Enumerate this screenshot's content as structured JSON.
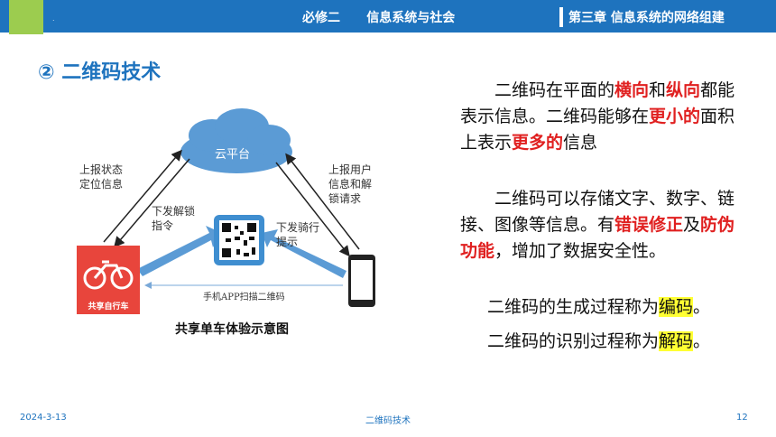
{
  "header": {
    "course": "必修二      信息系统与社会",
    "chapter": "第三章  信息系统的网络组建",
    "dot": "."
  },
  "title": "② 二维码技术",
  "diagram": {
    "cloud": "云平台",
    "left_label": "上报状态\n定位信息",
    "mid_label": "下发解锁\n指令",
    "right_label": "上报用户\n信息和解\n锁请求",
    "ride_label": "下发骑行\n提示",
    "scan_label": "手机APP扫描二维码",
    "bike_label": "共享自行车",
    "caption": "共享单车体验示意图"
  },
  "paragraphs": {
    "p1": {
      "t1": "二维码在平面的",
      "r1": "横向",
      "t2": "和",
      "r2": "纵向",
      "t3": "都能表示信息。二维码能够在",
      "r3": "更小的",
      "t4": "面积上表示",
      "r4": "更多的",
      "t5": "信息"
    },
    "p2": {
      "t1": "二维码可以存储文字、数字、链接、图像等信息。有",
      "r1": "错误修正",
      "t2": "及",
      "r2": "防伪功能",
      "t3": "，增加了数据安全性。"
    },
    "p3": {
      "t1": "二维码的生成过程称为",
      "h": "编码",
      "t2": "。"
    },
    "p4": {
      "t1": "二维码的识别过程称为",
      "h": "解码",
      "t2": "。"
    }
  },
  "footer": {
    "date": "2024-3-13",
    "title": "二维码技术",
    "page": "12"
  },
  "colors": {
    "brand_blue": "#1e73be",
    "accent_green": "#9ccc4f",
    "highlight_red": "#e02020",
    "highlight_yellow": "#ffff33",
    "bike_red": "#e8453c"
  }
}
